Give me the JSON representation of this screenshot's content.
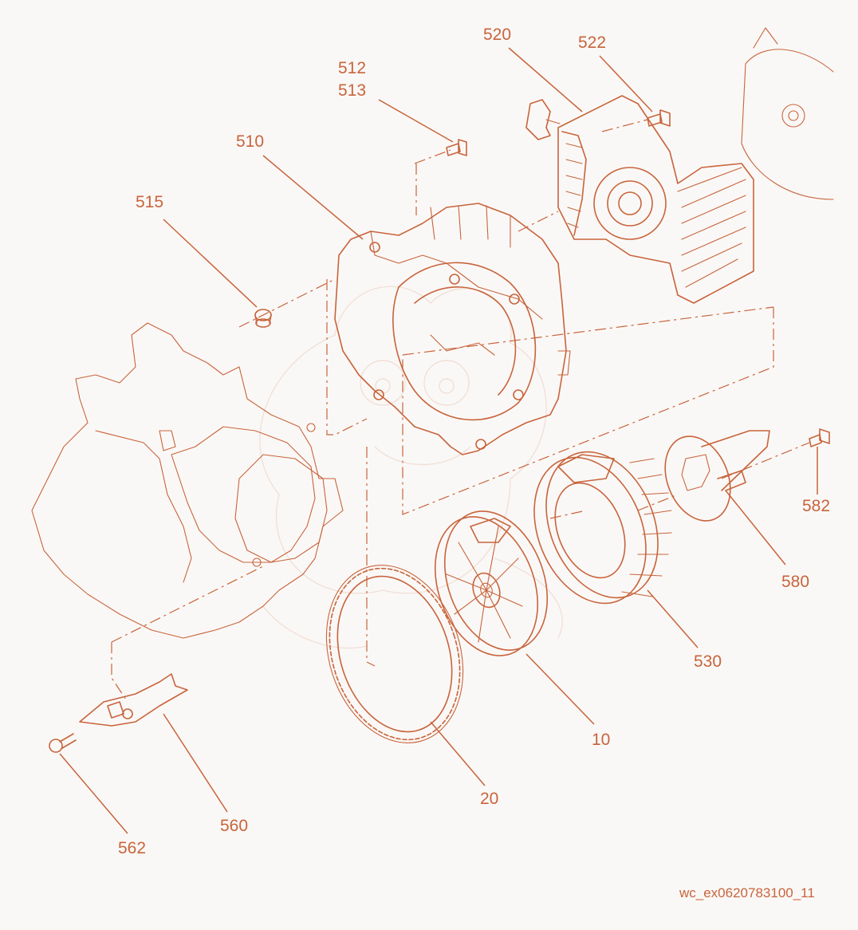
{
  "diagram": {
    "reference_code": "wc_ex0620783100_11",
    "ink_color": "#c8643c",
    "background_color": "#faf8f6",
    "callouts": {
      "c10": "10",
      "c20": "20",
      "c510": "510",
      "c512": "512",
      "c513": "513",
      "c515": "515",
      "c520": "520",
      "c522": "522",
      "c530": "530",
      "c560": "560",
      "c562": "562",
      "c580": "580",
      "c582": "582"
    }
  }
}
